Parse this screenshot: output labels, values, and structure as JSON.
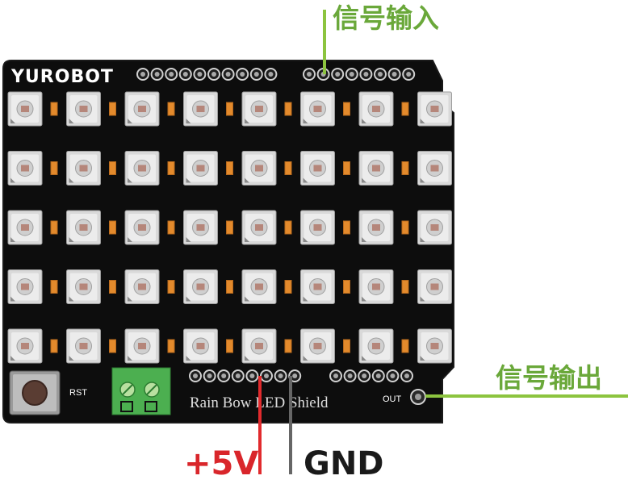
{
  "board": {
    "logo": "YUROBOT",
    "rst_label": "RST",
    "out_label": "OUT",
    "shield_name": "Rain Bow LED Shield"
  },
  "labels": {
    "signal_in": "信号输入",
    "signal_out": "信号输出",
    "vcc": "+5V",
    "gnd": "GND"
  },
  "led_grid": {
    "rows": 5,
    "cols": 8
  },
  "colors": {
    "board": "#0d0d0d",
    "led_body": "#d9d9d9",
    "led_core": "#b5867a",
    "resistor": "#e38a2c",
    "signal_line": "#8cc43f",
    "vcc_line": "#e12a2d",
    "gnd_line": "#666666",
    "terminal": "#4caf50"
  }
}
